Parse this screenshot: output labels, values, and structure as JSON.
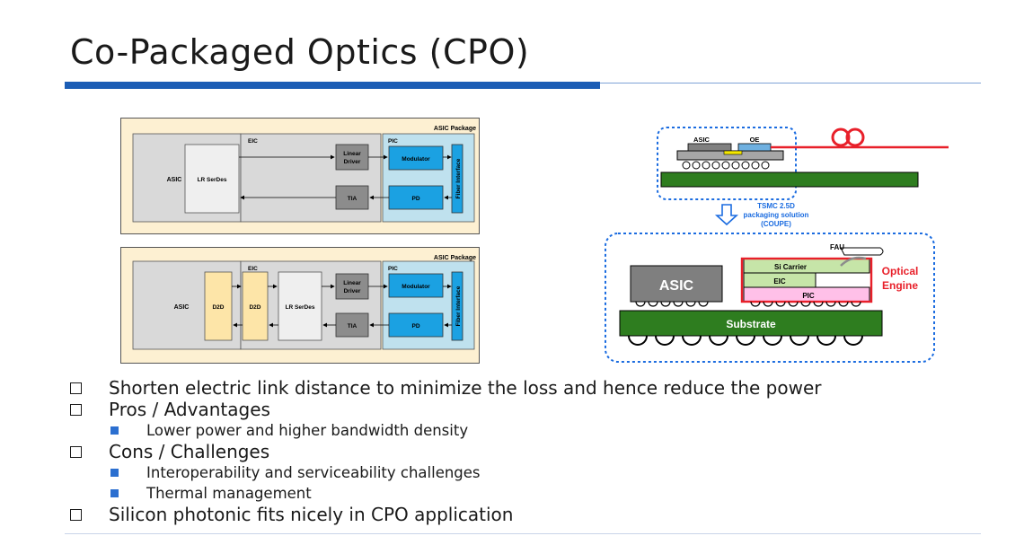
{
  "slide": {
    "title": "Co-Packaged Optics (CPO)"
  },
  "diagram1": {
    "package_label": "ASIC Package",
    "asic": "ASIC",
    "serdes": "LR SerDes",
    "eic": "EIC",
    "pic": "PIC",
    "linear_driver": [
      "Linear",
      "Driver"
    ],
    "tia": "TIA",
    "modulator": "Modulator",
    "pd": "PD",
    "fiber_interface": "Fiber Interface"
  },
  "diagram2": {
    "package_label": "ASIC Package",
    "asic": "ASIC",
    "d2d_a": "D2D",
    "d2d_b": "D2D",
    "serdes": "LR SerDes",
    "eic": "EIC",
    "pic": "PIC",
    "linear_driver": [
      "Linear",
      "Driver"
    ],
    "tia": "TIA",
    "modulator": "Modulator",
    "pd": "PD",
    "fiber_interface": "Fiber Interface"
  },
  "cross_section": {
    "asic_top": "ASIC",
    "oe_top": "OE",
    "tsmc": [
      "TSMC 2.5D",
      "packaging solution",
      "(COUPE)"
    ],
    "fau": "FAU",
    "si_carrier": "Si Carrier",
    "eic": "EIC",
    "pic": "PIC",
    "asic": "ASIC",
    "substrate": "Substrate",
    "optical_engine": [
      "Optical",
      "Engine"
    ]
  },
  "bullets": [
    {
      "level": 1,
      "text": "Shorten electric link distance to minimize the loss and hence reduce the power"
    },
    {
      "level": 1,
      "text": "Pros / Advantages"
    },
    {
      "level": 2,
      "text": "Lower power and higher bandwidth density"
    },
    {
      "level": 1,
      "text": "Cons / Challenges"
    },
    {
      "level": 2,
      "text": "Interoperability and serviceability challenges"
    },
    {
      "level": 2,
      "text": "Thermal management"
    },
    {
      "level": 1,
      "text": "Silicon photonic fits nicely in CPO application"
    }
  ],
  "colors": {
    "accent": "#1b5db5",
    "package": "#fdf0d2",
    "eic_die": "#d9d9d9",
    "pic_die": "#bfe1ee",
    "block_blue": "#1ba1e2",
    "block_gray": "#8c8c8c",
    "d2d": "#fde5a8",
    "substrate": "#2e7d1f",
    "engine_red": "#e8202a"
  }
}
